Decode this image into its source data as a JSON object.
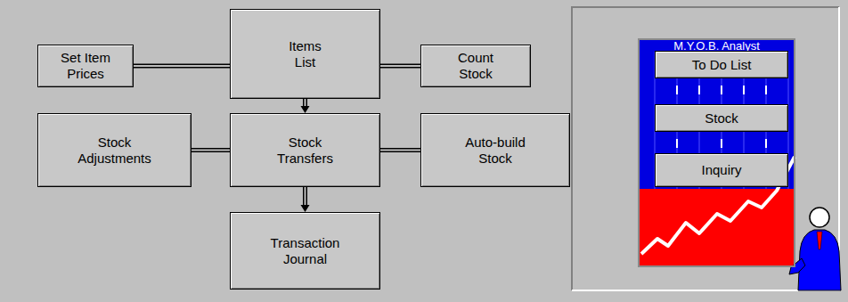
{
  "diagram": {
    "nodes": [
      {
        "text": [
          "Set Item Prices"
        ]
      },
      {
        "text": [
          "Items List"
        ]
      },
      {
        "text": [
          "Count Stock"
        ]
      },
      {
        "text": [
          "Stock Adjustments"
        ]
      },
      {
        "text": [
          "Stock Transfers"
        ]
      },
      {
        "text": [
          "Auto-build Stock"
        ]
      },
      {
        "text": [
          "Transaction Journal"
        ]
      },
      {
        "text": [
          "M.Y.O.B. Analyst"
        ]
      },
      {
        "text": [
          "To Do List"
        ],
        "in": 7
      },
      {
        "text": [
          "Stock"
        ],
        "in": 7
      },
      {
        "text": [
          "Inquiry"
        ],
        "in": 7
      }
    ],
    "edges": [
      {
        "from": 0,
        "to": 1,
        "arrow": "none"
      },
      {
        "from": 1,
        "to": 2,
        "arrow": "none"
      },
      {
        "from": 1,
        "to": 4,
        "arrow": "to"
      },
      {
        "from": 3,
        "to": 4,
        "arrow": "none"
      },
      {
        "from": 4,
        "to": 5,
        "arrow": "none"
      },
      {
        "from": 4,
        "to": 6,
        "arrow": "to"
      }
    ]
  }
}
